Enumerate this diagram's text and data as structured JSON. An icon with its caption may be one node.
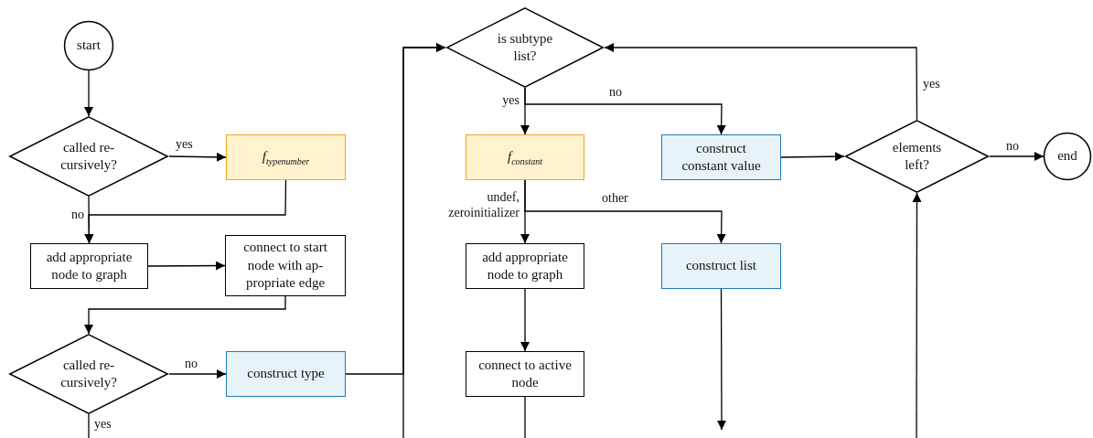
{
  "diagram": {
    "nodes": [
      {
        "text": [
          "start"
        ]
      },
      {
        "text": [
          "called re-cursively?"
        ]
      },
      {
        "text": [
          "f$_{typenumber}$"
        ]
      },
      {
        "text": [
          "add appropriate node to graph"
        ]
      },
      {
        "text": [
          "connect to start node with ap-propriate edge"
        ]
      },
      {
        "text": [
          "called re-cursively?"
        ]
      },
      {
        "text": [
          "construct type"
        ]
      },
      {
        "text": [
          "is subtype list?"
        ]
      },
      {
        "text": [
          "f$_{constant}$"
        ]
      },
      {
        "text": [
          "construct constant value"
        ]
      },
      {
        "text": [
          "elements left?"
        ]
      },
      {
        "text": [
          "end"
        ]
      },
      {
        "text": [
          "add appropriate node to graph"
        ]
      },
      {
        "text": [
          "construct list"
        ]
      },
      {
        "text": [
          "connect to active node"
        ]
      }
    ],
    "edges": [
      {
        "from": 0,
        "to": 1,
        "arrow": "to"
      },
      {
        "from": 1,
        "to": 2,
        "arrow": "to",
        "label": "yes"
      },
      {
        "from": 1,
        "to": 3,
        "arrow": "to",
        "label": "no"
      },
      {
        "from": 2,
        "to": 3,
        "arrow": "to"
      },
      {
        "from": 3,
        "to": 4,
        "arrow": "to"
      },
      {
        "from": 4,
        "to": 5,
        "arrow": "to"
      },
      {
        "from": 5,
        "to": 6,
        "arrow": "to",
        "label": "no"
      },
      {
        "from": 5,
        "to": null,
        "arrow": "none",
        "label": "yes"
      },
      {
        "from": 6,
        "to": 7,
        "arrow": "to"
      },
      {
        "from": null,
        "to": 7,
        "arrow": "to"
      },
      {
        "from": 7,
        "to": 8,
        "arrow": "to",
        "label": "yes"
      },
      {
        "from": 7,
        "to": 9,
        "arrow": "to",
        "label": "no"
      },
      {
        "from": 8,
        "to": 12,
        "arrow": "to",
        "label": "undef, zeroinitializer"
      },
      {
        "from": 8,
        "to": 13,
        "arrow": "to",
        "label": "other"
      },
      {
        "from": 12,
        "to": 14,
        "arrow": "to"
      },
      {
        "from": 14,
        "to": null,
        "arrow": "none"
      },
      {
        "from": 13,
        "to": null,
        "arrow": "to"
      },
      {
        "from": 9,
        "to": 10,
        "arrow": "to"
      },
      {
        "from": 10,
        "to": 11,
        "arrow": "to",
        "label": "no"
      },
      {
        "from": 10,
        "to": 7,
        "arrow": "to",
        "label": "yes"
      },
      {
        "from": null,
        "to": 10,
        "arrow": "to"
      }
    ]
  }
}
